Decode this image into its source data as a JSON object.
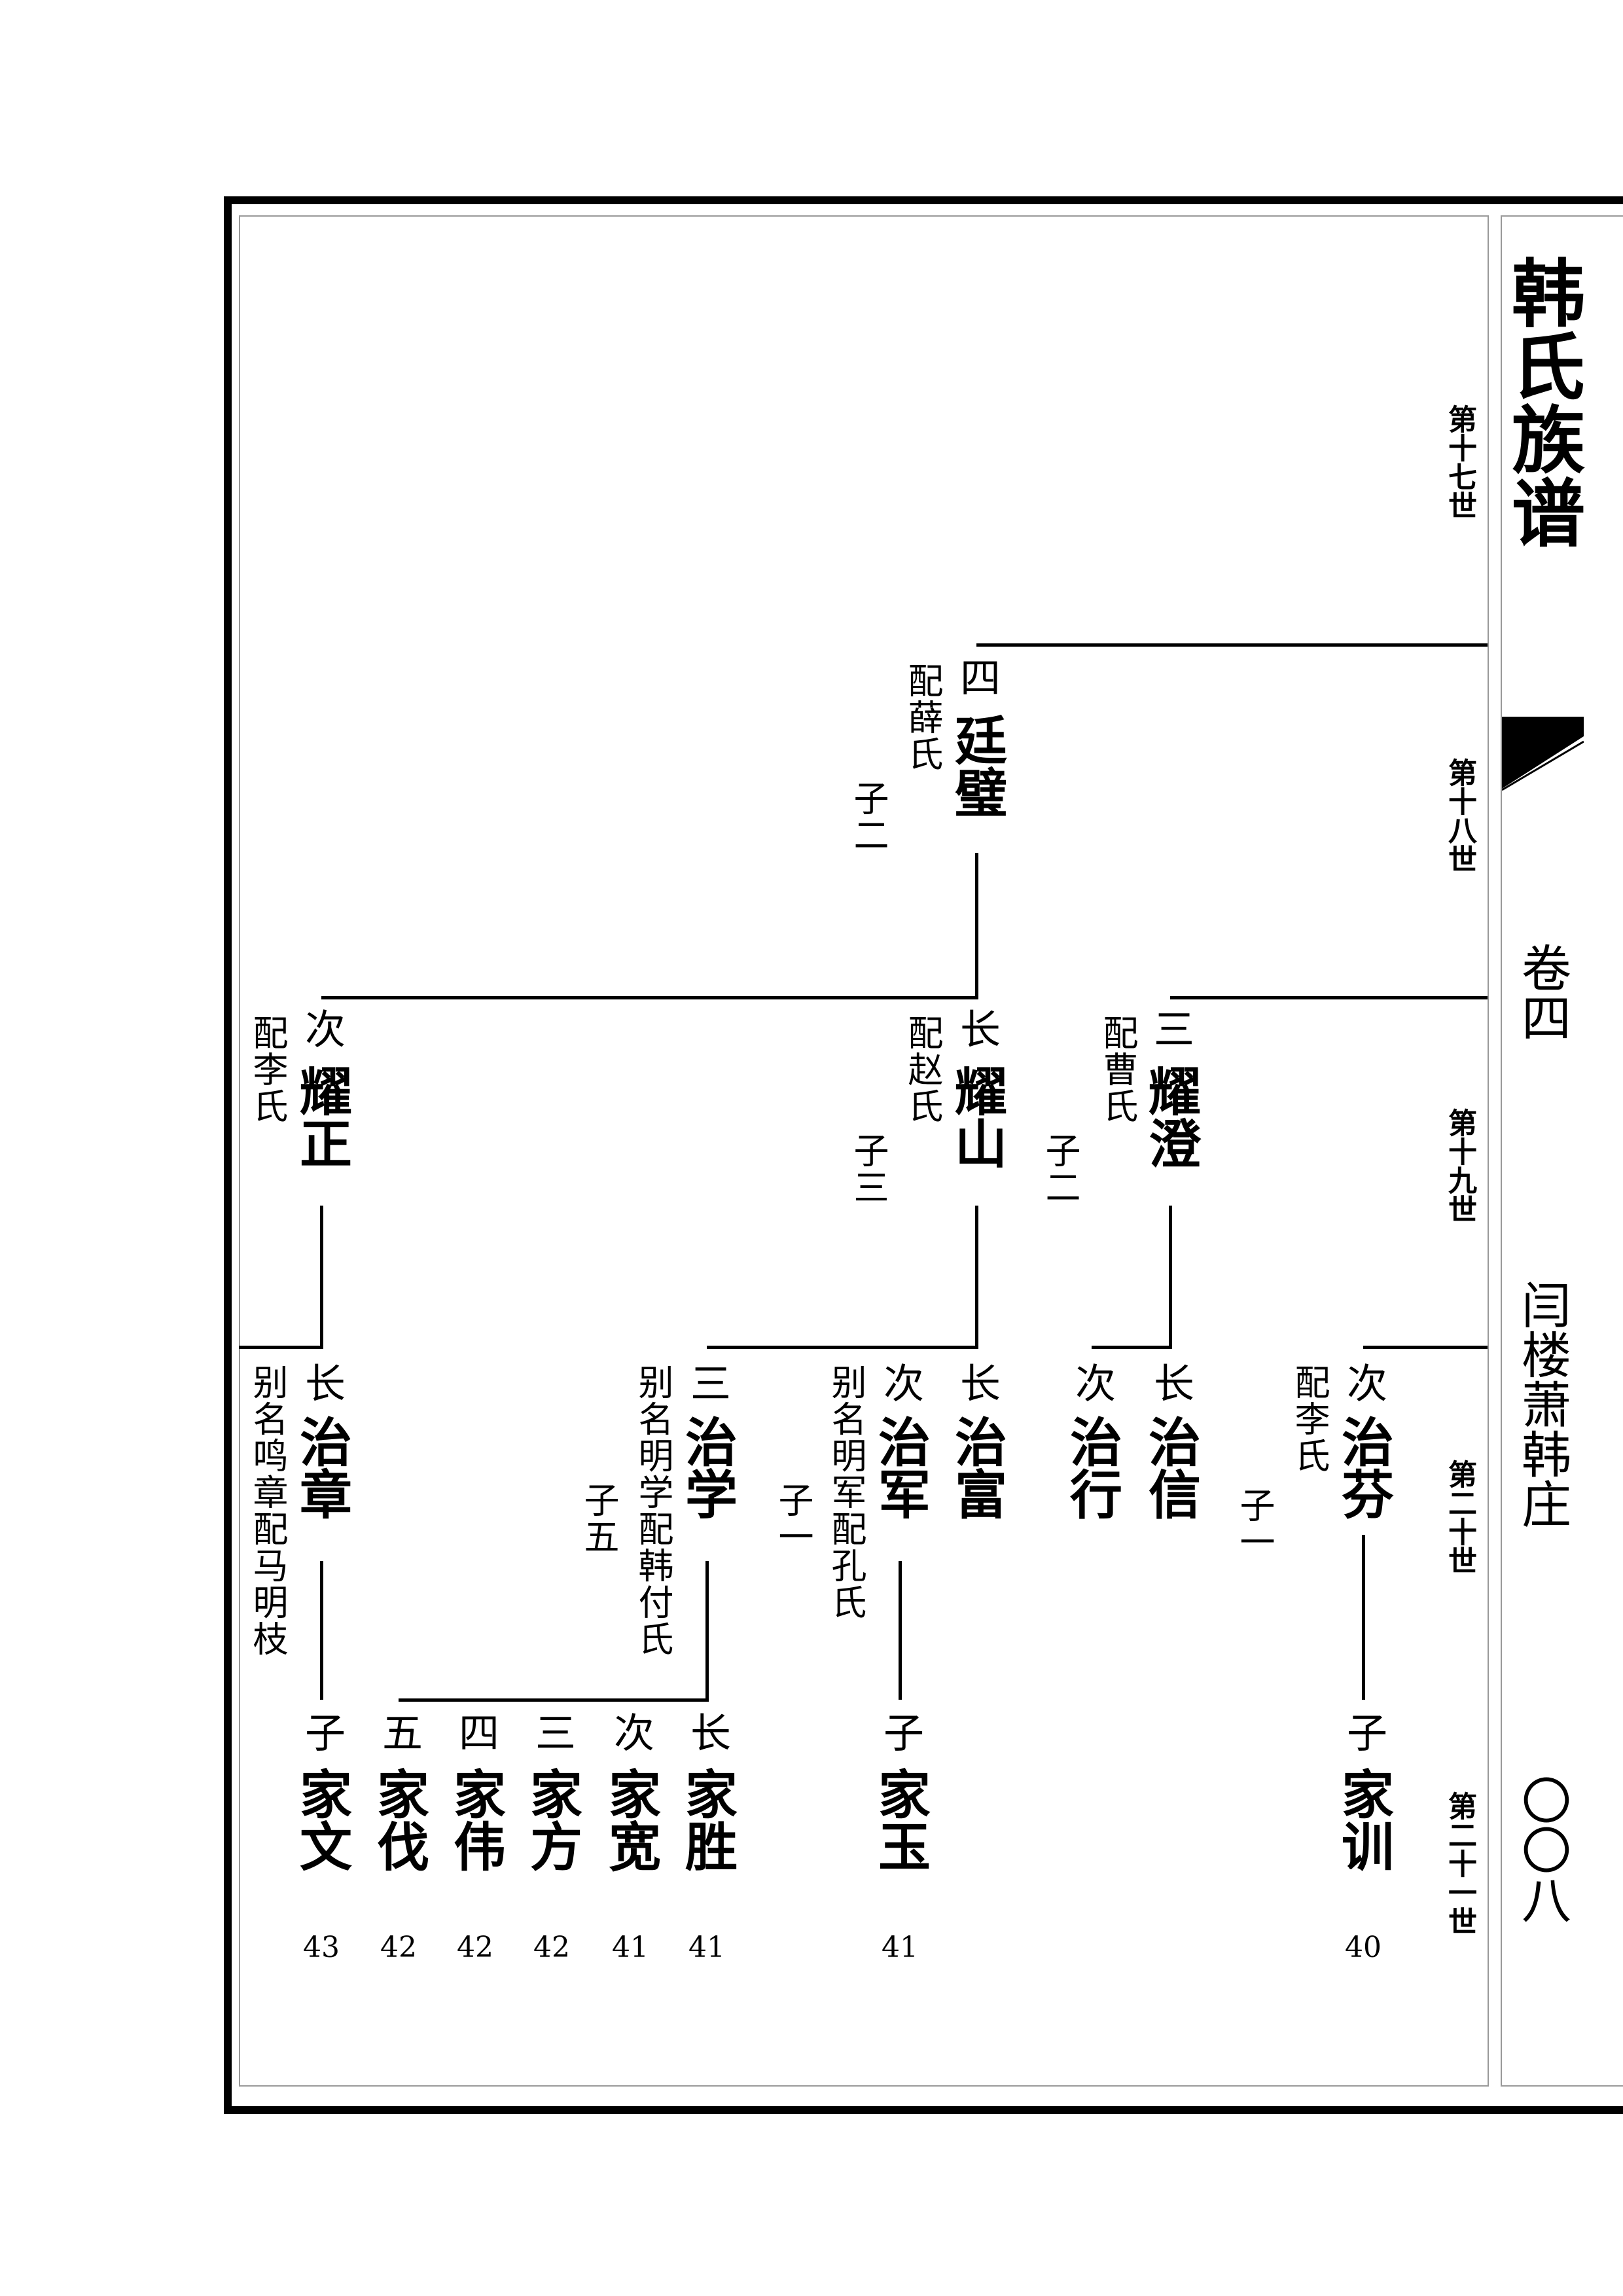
{
  "header": {
    "title": "韩氏族谱",
    "volume": "卷四",
    "place": "闫楼萧韩庄",
    "page": "〇〇八"
  },
  "generations": [
    "第十七世",
    "第十八世",
    "第十九世",
    "第二十世",
    "第二十一世"
  ],
  "gen18": {
    "rank": "四",
    "name": "廷璧",
    "spouse": "配薛氏",
    "sons": "子二"
  },
  "gen19": [
    {
      "rank": "次",
      "name": "耀正",
      "spouse": "配李氏"
    },
    {
      "rank": "长",
      "name": "耀山",
      "spouse": "配赵氏",
      "sons": "子三"
    },
    {
      "rank": "三",
      "name": "耀澄",
      "spouse": "配曹氏",
      "sons": "子二"
    }
  ],
  "gen20": [
    {
      "rank": "长",
      "name": "治章",
      "note": "别名鸣章配马明枝"
    },
    {
      "rank": "三",
      "name": "治学",
      "note": "别名明学配韩付氏",
      "sons": "子五"
    },
    {
      "rank": "次",
      "name": "治军",
      "note": "别名明军配孔氏",
      "sons": "子一"
    },
    {
      "rank": "长",
      "name": "治富"
    },
    {
      "rank": "次",
      "name": "治行"
    },
    {
      "rank": "长",
      "name": "治信"
    },
    {
      "rank": "次",
      "name": "治芬",
      "spouse": "配李氏",
      "sons": "子一"
    }
  ],
  "gen21": [
    {
      "rank": "子",
      "name": "家文",
      "num": "43"
    },
    {
      "rank": "五",
      "name": "家伐",
      "num": "42"
    },
    {
      "rank": "四",
      "name": "家伟",
      "num": "42"
    },
    {
      "rank": "三",
      "name": "家方",
      "num": "42"
    },
    {
      "rank": "次",
      "name": "家宽",
      "num": "41"
    },
    {
      "rank": "长",
      "name": "家胜",
      "num": "41"
    },
    {
      "rank": "子",
      "name": "家玉",
      "num": "41"
    },
    {
      "rank": "子",
      "name": "家训",
      "num": "40"
    }
  ]
}
